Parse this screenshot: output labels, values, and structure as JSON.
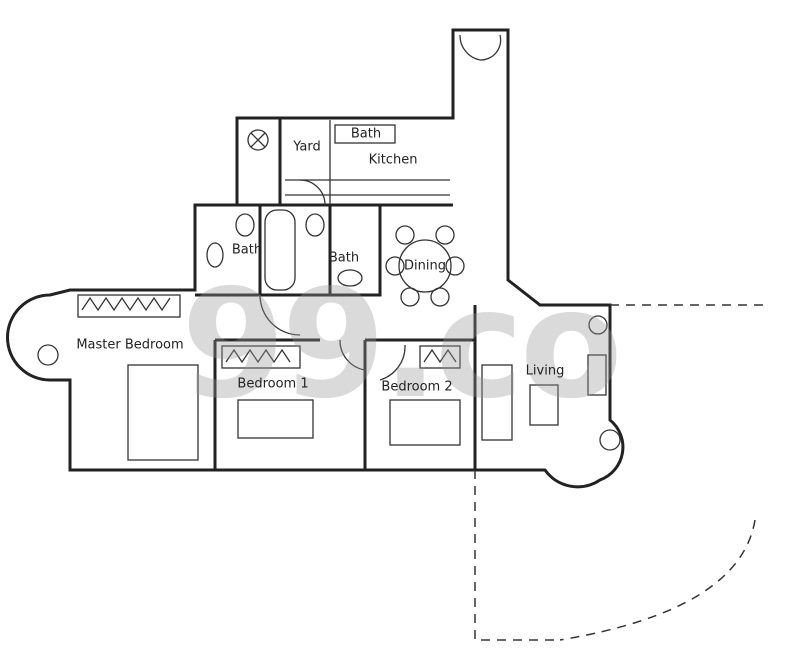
{
  "watermark": "99.co",
  "rooms": {
    "yard": "Yard",
    "kitchen_bath": "Bath",
    "kitchen": "Kitchen",
    "bath_left": "Bath",
    "bath_right": "Bath",
    "dining": "Dining",
    "master_bedroom": "Master Bedroom",
    "bedroom1": "Bedroom 1",
    "bedroom2": "Bedroom 2",
    "living": "Living"
  }
}
